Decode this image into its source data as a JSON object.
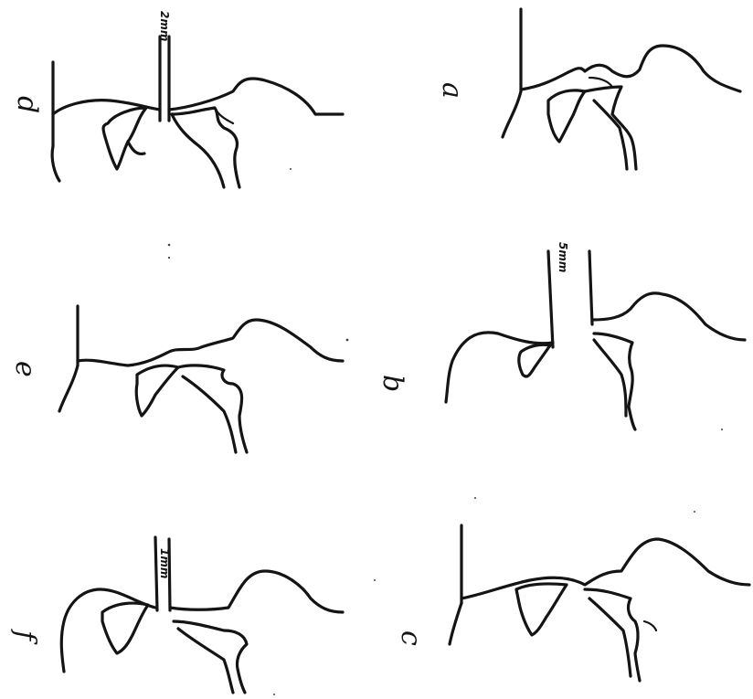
{
  "figure": {
    "panels": [
      {
        "id": "a",
        "label": "a",
        "measurement": ""
      },
      {
        "id": "b",
        "label": "b",
        "measurement": "5mm"
      },
      {
        "id": "c",
        "label": "c",
        "measurement": ""
      },
      {
        "id": "d",
        "label": "d",
        "measurement": "2mm"
      },
      {
        "id": "e",
        "label": "e",
        "measurement": ""
      },
      {
        "id": "f",
        "label": "f",
        "measurement": "1mm"
      }
    ]
  }
}
